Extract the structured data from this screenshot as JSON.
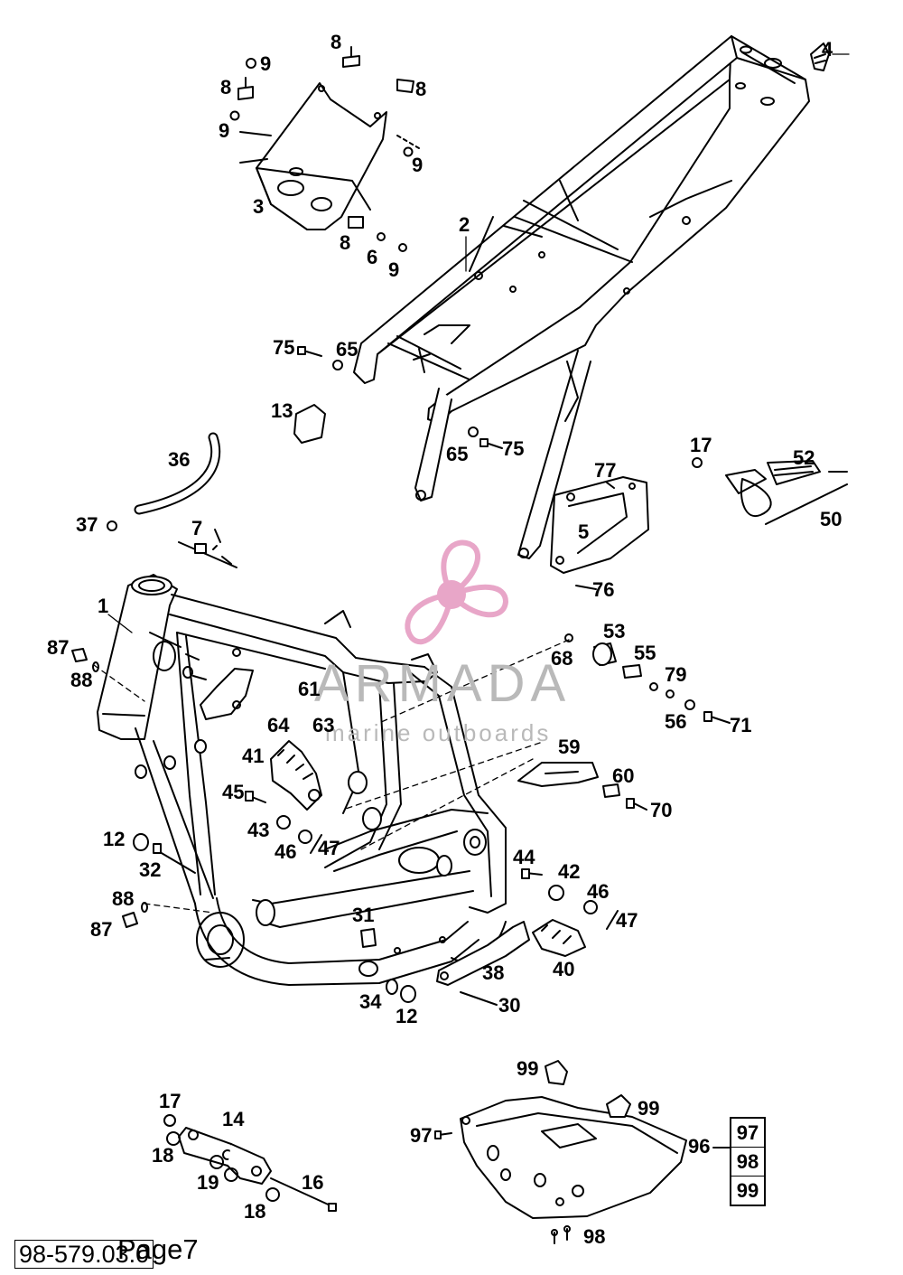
{
  "diagram": {
    "callouts": [
      {
        "id": "c8a",
        "text": "8"
      },
      {
        "id": "c9a",
        "text": "9"
      },
      {
        "id": "c8b",
        "text": "8"
      },
      {
        "id": "c8c",
        "text": "8"
      },
      {
        "id": "c9b",
        "text": "9"
      },
      {
        "id": "c9c",
        "text": "9"
      },
      {
        "id": "c3",
        "text": "3"
      },
      {
        "id": "c8d",
        "text": "8"
      },
      {
        "id": "c6",
        "text": "6"
      },
      {
        "id": "c9d",
        "text": "9"
      },
      {
        "id": "c4",
        "text": "4"
      },
      {
        "id": "c2",
        "text": "2"
      },
      {
        "id": "c75a",
        "text": "75"
      },
      {
        "id": "c65a",
        "text": "65"
      },
      {
        "id": "c13",
        "text": "13"
      },
      {
        "id": "c65b",
        "text": "65"
      },
      {
        "id": "c75b",
        "text": "75"
      },
      {
        "id": "c36",
        "text": "36"
      },
      {
        "id": "c37",
        "text": "37"
      },
      {
        "id": "c7",
        "text": "7"
      },
      {
        "id": "c17a",
        "text": "17"
      },
      {
        "id": "c52",
        "text": "52"
      },
      {
        "id": "c50",
        "text": "50"
      },
      {
        "id": "c77",
        "text": "77"
      },
      {
        "id": "c5",
        "text": "5"
      },
      {
        "id": "c76",
        "text": "76"
      },
      {
        "id": "c1",
        "text": "1"
      },
      {
        "id": "c87a",
        "text": "87"
      },
      {
        "id": "c88a",
        "text": "88"
      },
      {
        "id": "c53",
        "text": "53"
      },
      {
        "id": "c68",
        "text": "68"
      },
      {
        "id": "c55",
        "text": "55"
      },
      {
        "id": "c79",
        "text": "79"
      },
      {
        "id": "c56",
        "text": "56"
      },
      {
        "id": "c71",
        "text": "71"
      },
      {
        "id": "c61",
        "text": "61"
      },
      {
        "id": "c64",
        "text": "64"
      },
      {
        "id": "c63",
        "text": "63"
      },
      {
        "id": "c59",
        "text": "59"
      },
      {
        "id": "c41",
        "text": "41"
      },
      {
        "id": "c60",
        "text": "60"
      },
      {
        "id": "c45",
        "text": "45"
      },
      {
        "id": "c70",
        "text": "70"
      },
      {
        "id": "c43",
        "text": "43"
      },
      {
        "id": "c46a",
        "text": "46"
      },
      {
        "id": "c47a",
        "text": "47"
      },
      {
        "id": "c12a",
        "text": "12"
      },
      {
        "id": "c32",
        "text": "32"
      },
      {
        "id": "c44",
        "text": "44"
      },
      {
        "id": "c42",
        "text": "42"
      },
      {
        "id": "c46b",
        "text": "46"
      },
      {
        "id": "c47b",
        "text": "47"
      },
      {
        "id": "c88b",
        "text": "88"
      },
      {
        "id": "c87b",
        "text": "87"
      },
      {
        "id": "c31",
        "text": "31"
      },
      {
        "id": "c38",
        "text": "38"
      },
      {
        "id": "c40",
        "text": "40"
      },
      {
        "id": "c34",
        "text": "34"
      },
      {
        "id": "c30",
        "text": "30"
      },
      {
        "id": "c12b",
        "text": "12"
      },
      {
        "id": "c99a",
        "text": "99"
      },
      {
        "id": "c99b",
        "text": "99"
      },
      {
        "id": "c17b",
        "text": "17"
      },
      {
        "id": "c14",
        "text": "14"
      },
      {
        "id": "c97",
        "text": "97"
      },
      {
        "id": "c96",
        "text": "96"
      },
      {
        "id": "c18a",
        "text": "18"
      },
      {
        "id": "c19",
        "text": "19"
      },
      {
        "id": "c16",
        "text": "16"
      },
      {
        "id": "c18b",
        "text": "18"
      },
      {
        "id": "c98",
        "text": "98"
      }
    ],
    "kit_box": [
      "97",
      "98",
      "99"
    ]
  },
  "watermark": {
    "brand": "ARMADA",
    "tagline": "marine outboards",
    "logo_color": "#e8a6c8",
    "text_color": "#b9b9b9"
  },
  "footer": {
    "doc_code": "98-579.03.0",
    "page_label": "Page7"
  }
}
